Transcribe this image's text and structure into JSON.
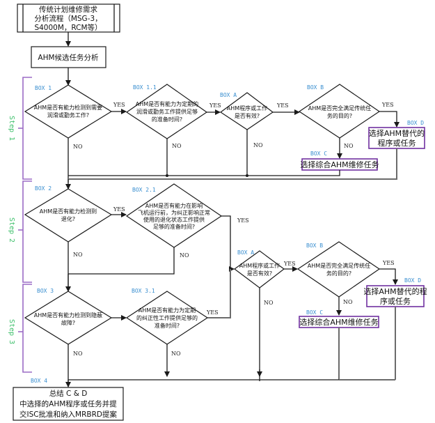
{
  "start_box": {
    "lines": [
      "传统计划维修需求",
      "分析流程（MSG-3，",
      "S4000M，RCM等）"
    ]
  },
  "candidate_box": {
    "label": "AHM候选任务分析"
  },
  "steps": [
    {
      "label": "Step 1"
    },
    {
      "label": "Step 2"
    },
    {
      "label": "Step 3"
    }
  ],
  "connectors": {
    "yes": "YES",
    "no": "NO"
  },
  "step1": {
    "box1": {
      "tag": "BOX 1",
      "lines": [
        "AHM是否有能力检测到需要",
        "润滑或勤务工作?"
      ]
    },
    "box1_1": {
      "tag": "BOX 1.1",
      "lines": [
        "AHM是否有能力为定期的",
        "润滑或勤务工作提供足够",
        "的准备时间?"
      ]
    },
    "boxA": {
      "tag": "BOX A",
      "lines": [
        "AHM程序或工作",
        "是否有效?"
      ]
    },
    "boxB": {
      "tag": "BOX B",
      "lines": [
        "AHM是否完全满足传统任",
        "务的目的?"
      ]
    },
    "boxC": {
      "tag": "BOX C",
      "label": "选择综合AHM维修任务"
    },
    "boxD": {
      "tag": "BOX D",
      "lines": [
        "选择AHM替代的",
        "程序或任务"
      ]
    }
  },
  "step2": {
    "box2": {
      "tag": "BOX 2",
      "lines": [
        "AHM是否有能力检测到",
        "退化?"
      ]
    },
    "box2_1": {
      "tag": "BOX 2.1",
      "lines": [
        "AHM是否有能力在影响",
        "飞机运行前，为纠正影响正常",
        "使用的退化状态工作提供",
        "足够的准备时间?"
      ]
    },
    "boxA": {
      "tag": "BOX A",
      "lines": [
        "AHM程序或工作",
        "是否有效?"
      ]
    },
    "boxB": {
      "tag": "BOX B",
      "lines": [
        "AHM是否完全满足传统任",
        "务的目的?"
      ]
    },
    "boxC": {
      "tag": "BOX C",
      "label": "选择综合AHM维修任务"
    },
    "boxD": {
      "tag": "BOX D",
      "lines": [
        "选择AHM替代的程",
        "序或任务"
      ]
    }
  },
  "step3": {
    "box3": {
      "tag": "BOX 3",
      "lines": [
        "AHM是否有能力检测到隐蔽",
        "故障?"
      ]
    },
    "box3_1": {
      "tag": "BOX 3.1",
      "lines": [
        "AHM是否有能力为定期",
        "的纠正性工作提供足够的",
        "准备时间?"
      ]
    }
  },
  "box4": {
    "tag": "BOX 4",
    "lines": [
      "总结 C & D",
      "中选择的AHM程序或任务并提",
      "交ISC批准和纳入MRBRD提案"
    ]
  },
  "colors": {
    "line": "#1a1a1a",
    "box_tag": "#3a8fd0",
    "step_label": "#3cbf6a",
    "bracket": "#9b6bc5",
    "outcome_border": "#7030a0"
  }
}
